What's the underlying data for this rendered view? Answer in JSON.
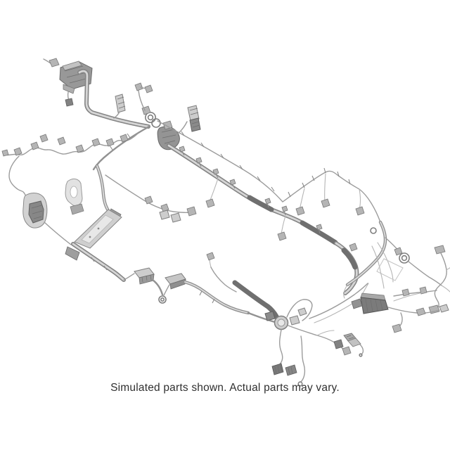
{
  "page": {
    "background_color": "#ffffff"
  },
  "illustration": {
    "label": "vehicle wiring harness line art",
    "description": "Isometric gray line-art rendering of a complete vehicle body wiring harness with cable rails, connectors, grommets, retaining clips and branch wires",
    "stroke_color": "#9a9a9a",
    "dark_accent_color": "#6f6f6f",
    "light_fill_color": "#d2d2d2",
    "dark_fill_color": "#878787"
  },
  "caption": {
    "text": "Simulated parts shown. Actual parts may vary.",
    "color": "#303030"
  }
}
